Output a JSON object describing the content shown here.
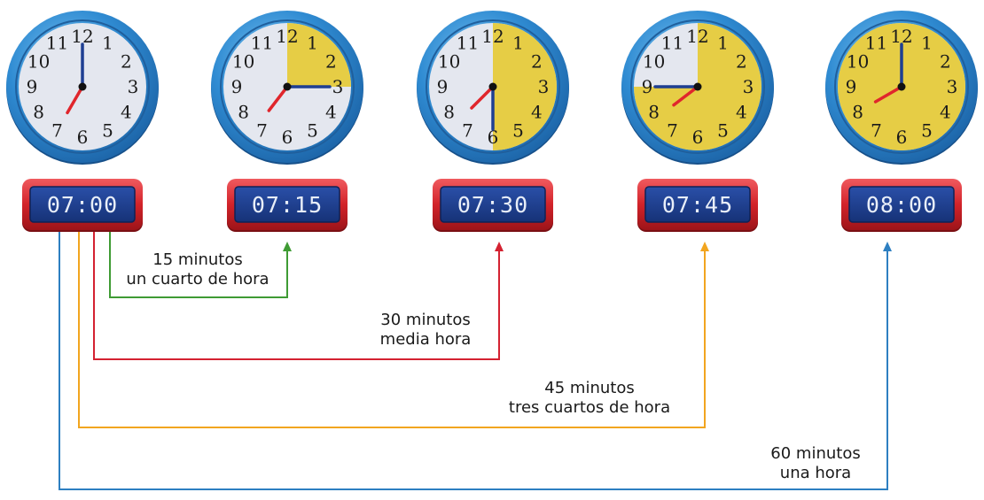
{
  "clocks": [
    {
      "hour": 7,
      "minute": 0,
      "filled_fraction": 0,
      "digital": "07:00"
    },
    {
      "hour": 7,
      "minute": 15,
      "filled_fraction": 0.25,
      "digital": "07:15"
    },
    {
      "hour": 7,
      "minute": 30,
      "filled_fraction": 0.5,
      "digital": "07:30"
    },
    {
      "hour": 7,
      "minute": 45,
      "filled_fraction": 0.75,
      "digital": "07:45"
    },
    {
      "hour": 8,
      "minute": 0,
      "filled_fraction": 1,
      "digital": "08:00"
    }
  ],
  "dial_numerals": [
    "12",
    "1",
    "2",
    "3",
    "4",
    "5",
    "6",
    "7",
    "8",
    "9",
    "10",
    "11"
  ],
  "intervals": [
    {
      "from_clock": 1,
      "to_clock": 2,
      "color": "#3f9b34",
      "minutes_text": "15 minutos",
      "name_text": "un cuarto de hora"
    },
    {
      "from_clock": 1,
      "to_clock": 3,
      "color": "#d42231",
      "minutes_text": "30 minutos",
      "name_text": "media hora"
    },
    {
      "from_clock": 1,
      "to_clock": 4,
      "color": "#f2a51f",
      "minutes_text": "45 minutos",
      "name_text": "tres cuartos de hora"
    },
    {
      "from_clock": 1,
      "to_clock": 5,
      "color": "#2d7fc1",
      "minutes_text": "60 minutos",
      "name_text": "una hora"
    }
  ],
  "colors": {
    "clock_rim": "#2b86cf",
    "clock_rim_light": "#6cb8ee",
    "dial_face": "#e4e7ef",
    "dial_fill": "#e6cd45",
    "hour_hand": "#e0262c",
    "minute_hand": "#1e3f92",
    "display_frame": "#d72a2f",
    "display_screen": "#1d3f93"
  }
}
